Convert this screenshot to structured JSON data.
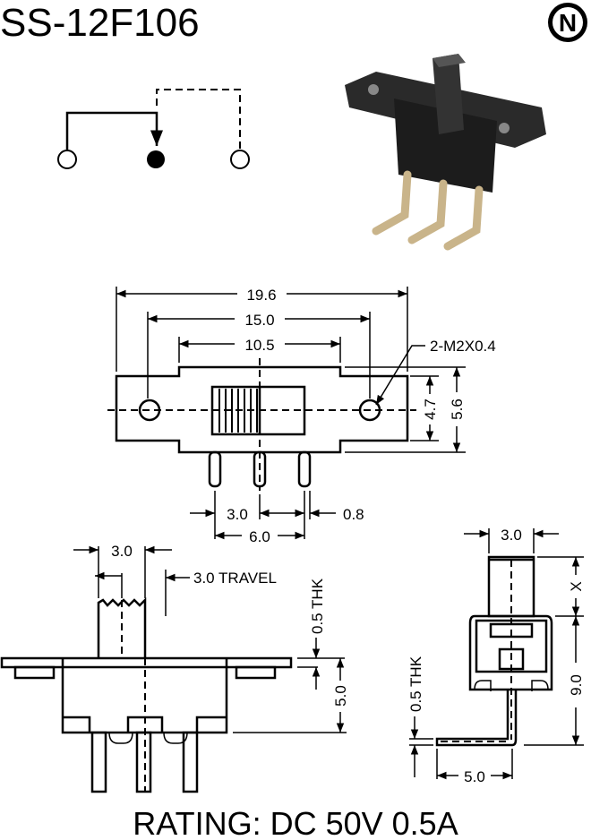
{
  "title": "SS-12F106",
  "logo": "N",
  "rating": "RATING: DC 50V 0.5A",
  "top_view": {
    "overall_length": "19.6",
    "hole_spacing": "15.0",
    "body_length": "10.5",
    "mount_holes": "2-M2X0.4",
    "plate_height": "4.7",
    "body_height": "5.6",
    "pin_pitch": "3.0",
    "pin_width": "0.8",
    "pin_span": "6.0"
  },
  "side_view": {
    "actuator_width": "3.0",
    "travel": "3.0 TRAVEL",
    "plate_thickness": "0.5 THK",
    "body_depth": "5.0"
  },
  "end_view": {
    "actuator_width": "3.0",
    "actuator_height": "X",
    "overall_height": "9.0",
    "pin_thickness": "0.5 THK",
    "pin_bend": "5.0"
  },
  "colors": {
    "ink": "#000000",
    "photo_body": "#2a2a2a",
    "photo_pins": "#c9b48a"
  }
}
